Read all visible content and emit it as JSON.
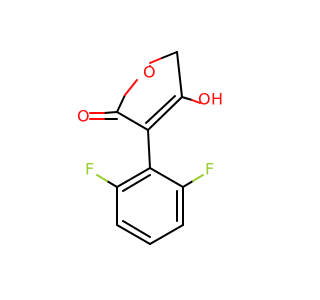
{
  "molecule": {
    "colors": {
      "carbon_bond": "#000000",
      "oxygen": "#ff0d0d",
      "fluorine": "#9acd32",
      "background": "#ffffff"
    },
    "atoms": {
      "ring_oxygen": "O",
      "carbonyl_oxygen": "O",
      "hydroxyl_o": "O",
      "hydroxyl_h": "H",
      "fluorine_left": "F",
      "fluorine_right": "F"
    }
  }
}
